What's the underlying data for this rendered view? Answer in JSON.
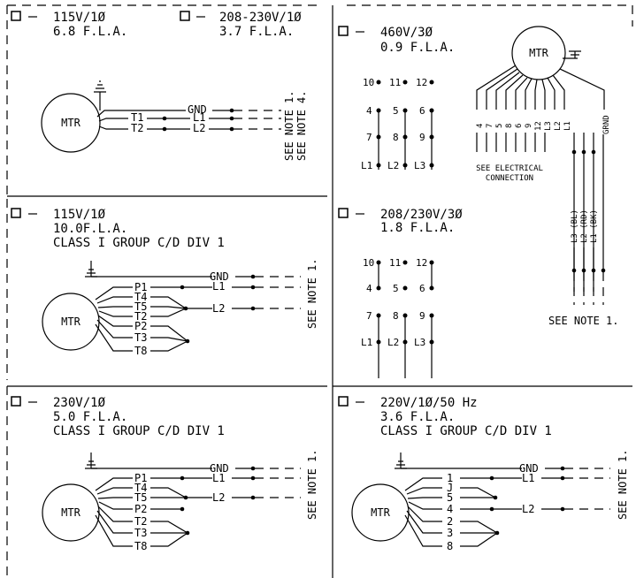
{
  "panels": {
    "p1": {
      "opt_a": {
        "volt": "115V/1Ø",
        "fla": "6.8 F.L.A."
      },
      "opt_b": {
        "volt": "208-230V/1Ø",
        "fla": "3.7 F.L.A."
      },
      "motor": "MTR",
      "leads": [
        "T1",
        "T2"
      ],
      "lines": [
        "GND",
        "L1",
        "L2"
      ],
      "notes": [
        "SEE NOTE 1.",
        "SEE NOTE 4."
      ]
    },
    "p2": {
      "volt": "460V/3Ø",
      "fla": "0.9 F.L.A.",
      "motor": "MTR",
      "terminals": [
        "10",
        "11",
        "12",
        "4",
        "5",
        "6",
        "7",
        "8",
        "9",
        "L1",
        "L2",
        "L3"
      ],
      "leads": [
        "4",
        "7",
        "5",
        "8",
        "6",
        "9",
        "12",
        "L3",
        "L2",
        "L1",
        "GRND"
      ],
      "connection_label": [
        "SEE ELECTRICAL",
        "CONNECTION"
      ]
    },
    "p3": {
      "volt": "115V/1Ø",
      "fla": "10.0F.L.A.",
      "class": "CLASS I GROUP C/D DIV 1",
      "motor": "MTR",
      "leads": [
        "P1",
        "T4",
        "T5",
        "T2",
        "P2",
        "T3",
        "T8"
      ],
      "lines": [
        "GND",
        "L1",
        "L2"
      ],
      "note": "SEE NOTE 1."
    },
    "p4": {
      "volt": "208/230V/3Ø",
      "fla": "1.8 F.L.A.",
      "terminals": [
        "10",
        "11",
        "12",
        "4",
        "5",
        "6",
        "7",
        "8",
        "9",
        "L1",
        "L2",
        "L3"
      ],
      "line_colors": [
        "L3 (BL)",
        "L2 (RD)",
        "L1 (BK)"
      ],
      "note": "SEE NOTE 1."
    },
    "p5": {
      "volt": "230V/1Ø",
      "fla": "5.0 F.L.A.",
      "class": "CLASS I GROUP C/D DIV 1",
      "motor": "MTR",
      "leads": [
        "P1",
        "T4",
        "T5",
        "P2",
        "T2",
        "T3",
        "T8"
      ],
      "lines": [
        "GND",
        "L1",
        "L2"
      ],
      "note": "SEE NOTE 1."
    },
    "p6": {
      "volt": "220V/1Ø/50 Hz",
      "fla": "3.6 F.L.A.",
      "class": "CLASS I GROUP C/D DIV 1",
      "motor": "MTR",
      "leads": [
        "1",
        "J",
        "5",
        "4",
        "2",
        "3",
        "8"
      ],
      "lines": [
        "GND",
        "L1",
        "L2"
      ],
      "note": "SEE NOTE 1."
    }
  }
}
